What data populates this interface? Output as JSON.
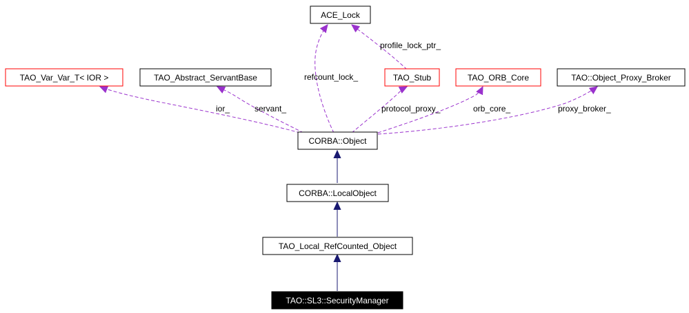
{
  "colors": {
    "normal_border": "#000000",
    "undocumented_border": "#ff0000",
    "highlight_fill": "#000000",
    "highlight_text": "#ffffff",
    "inheritance_edge": "#191970",
    "usage_edge": "#9a32cd"
  },
  "nodes": {
    "ace_lock": {
      "label": "ACE_Lock",
      "border": "normal"
    },
    "tao_var_var_t": {
      "label": "TAO_Var_Var_T< IOR >",
      "border": "undocumented"
    },
    "tao_abstract_servantbase": {
      "label": "TAO_Abstract_ServantBase",
      "border": "normal"
    },
    "tao_stub": {
      "label": "TAO_Stub",
      "border": "undocumented"
    },
    "tao_orb_core": {
      "label": "TAO_ORB_Core",
      "border": "undocumented"
    },
    "tao_object_proxy_broker": {
      "label": "TAO::Object_Proxy_Broker",
      "border": "normal"
    },
    "corba_object": {
      "label": "CORBA::Object",
      "border": "normal"
    },
    "corba_localobject": {
      "label": "CORBA::LocalObject",
      "border": "normal"
    },
    "tao_local_refcounted_object": {
      "label": "TAO_Local_RefCounted_Object",
      "border": "normal"
    },
    "tao_sl3_securitymanager": {
      "label": "TAO::SL3::SecurityManager",
      "border": "highlight"
    }
  },
  "edge_labels": {
    "profile_lock_ptr": "profile_lock_ptr_",
    "refcount_lock": "refcount_lock_",
    "ior": "ior_",
    "servant": "servant_",
    "protocol_proxy": "protocol_proxy_",
    "orb_core": "orb_core_",
    "proxy_broker": "proxy_broker_"
  }
}
